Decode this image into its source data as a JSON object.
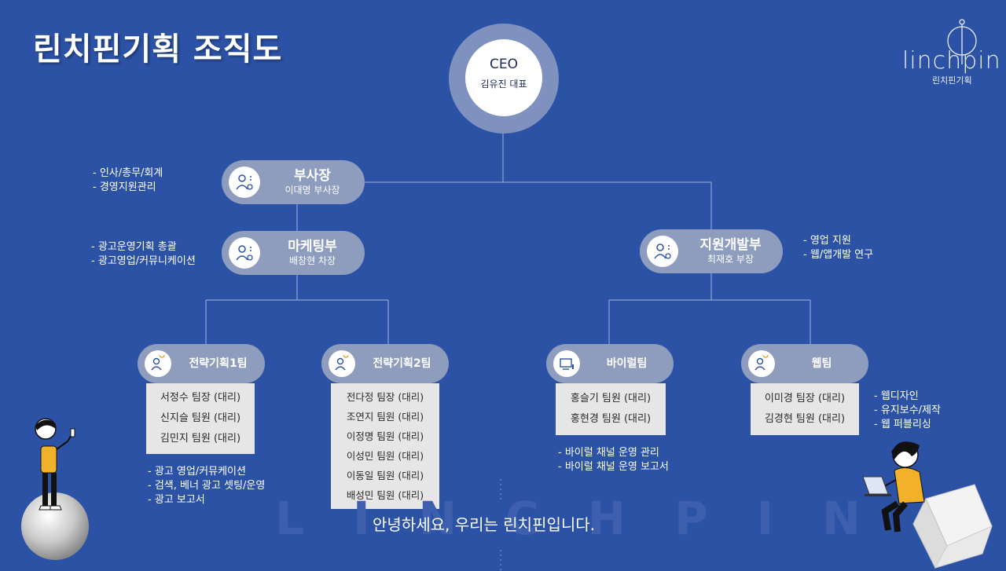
{
  "title": "린치핀기획 조직도",
  "logo": {
    "wordmark": "linchpin",
    "sub": "린치핀기획"
  },
  "ceo": {
    "title": "CEO",
    "name": "김유진 대표"
  },
  "vice_president": {
    "title": "부사장",
    "name": "이대명 부사장",
    "notes": [
      "- 인사/총무/회계",
      "- 경영지원관리"
    ]
  },
  "marketing": {
    "title": "마케팅부",
    "name": "배창현 차장",
    "notes": [
      "- 광고운영기획 총괄",
      "- 광고영업/커뮤니케이션"
    ]
  },
  "support_dev": {
    "title": "지원개발부",
    "name": "최재호 부장",
    "notes": [
      "- 영업 지원",
      "- 웹/앱개발 연구"
    ]
  },
  "teams": {
    "strategy1": {
      "name": "전략기획1팀",
      "members": [
        "서정수 팀장 (대리)",
        "신지슬 팀원 (대리)",
        "김민지 팀원 (대리)"
      ],
      "notes": [
        "- 광고 영업/커뮤케이션",
        "- 검색, 베너 광고 셋팅/운영",
        "- 광고 보고서"
      ]
    },
    "strategy2": {
      "name": "전략기획2팀",
      "members": [
        "전다정 팀장 (대리)",
        "조연지 팀원 (대리)",
        "이정명 팀원 (대리)",
        "이성민 팀원 (대리)",
        "이동일 팀원 (대리)",
        "배성민 팀원 (대리)"
      ]
    },
    "viral": {
      "name": "바이럴팀",
      "members": [
        "홍슬기 팀원 (대리)",
        "홍현경 팀원 (대리)"
      ],
      "notes": [
        "- 바이럴 채널 운영 관리",
        "- 바이럴 채널 운영 보고서"
      ]
    },
    "web": {
      "name": "웹팀",
      "members": [
        "이미경 팀장 (대리)",
        "김경현 팀원 (대리)"
      ],
      "notes": [
        "- 웹디자인",
        "- 유지보수/제작",
        "- 웹 퍼블리싱"
      ]
    }
  },
  "watermark": "LINCHPIN",
  "greeting": "안녕하세요, 우리는 린치핀입니다.",
  "colors": {
    "background": "#2c52a6",
    "pill": "#8e9dbd",
    "member_box": "#e6e6e6",
    "line": "#9fb3dc"
  }
}
